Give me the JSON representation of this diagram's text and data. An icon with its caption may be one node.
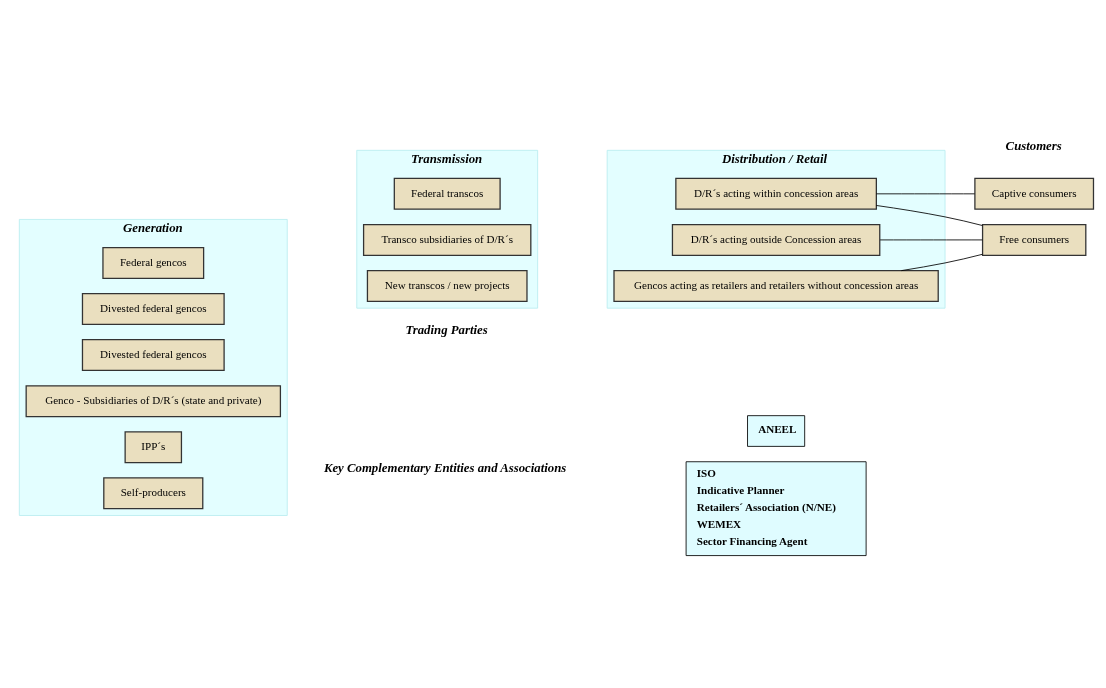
{
  "diagram": {
    "nodes": [
      {
        "text": [
          "Generation"
        ]
      },
      {
        "text": [
          "Federal gencos"
        ],
        "in": 0
      },
      {
        "text": [
          "Divested federal gencos"
        ],
        "in": 0
      },
      {
        "text": [
          "Divested federal gencos"
        ],
        "in": 0
      },
      {
        "text": [
          "Genco - Subsidiaries of D/R´s (state and private)"
        ],
        "in": 0
      },
      {
        "text": [
          "IPP´s"
        ],
        "in": 0
      },
      {
        "text": [
          "Self-producers"
        ],
        "in": 0
      },
      {
        "text": [
          "Transmission"
        ]
      },
      {
        "text": [
          "Federal transcos"
        ],
        "in": 7
      },
      {
        "text": [
          "Transco subsidiaries of D/R´s"
        ],
        "in": 7
      },
      {
        "text": [
          "New transcos / new projects"
        ],
        "in": 7
      },
      {
        "text": [
          "Distribution / Retail"
        ]
      },
      {
        "text": [
          "D/R´s acting within concession areas"
        ],
        "in": 11
      },
      {
        "text": [
          "D/R´s acting outside Concession areas"
        ],
        "in": 11
      },
      {
        "text": [
          "Gencos acting as retailers and retailers without concession areas"
        ],
        "in": 11
      },
      {
        "text": [
          "Captive consumers"
        ]
      },
      {
        "text": [
          "Free consumers"
        ]
      },
      {
        "text": [
          "ISO",
          "Indicative Planner",
          "Retailers´ Association (N/NE)",
          "WEMEX",
          "Sector Financing Agent"
        ]
      },
      {
        "text": [
          "ANEEL"
        ]
      }
    ],
    "edges": [
      {
        "from": 12,
        "to": 15,
        "arrow": "none"
      },
      {
        "from": 12,
        "to": 16,
        "arrow": "none"
      },
      {
        "from": 13,
        "to": 16,
        "arrow": "none"
      },
      {
        "from": 14,
        "to": 16,
        "arrow": "none"
      }
    ],
    "labels": [
      "Customers",
      "Trading Parties",
      "Key Complementary Entities and Associations"
    ]
  }
}
